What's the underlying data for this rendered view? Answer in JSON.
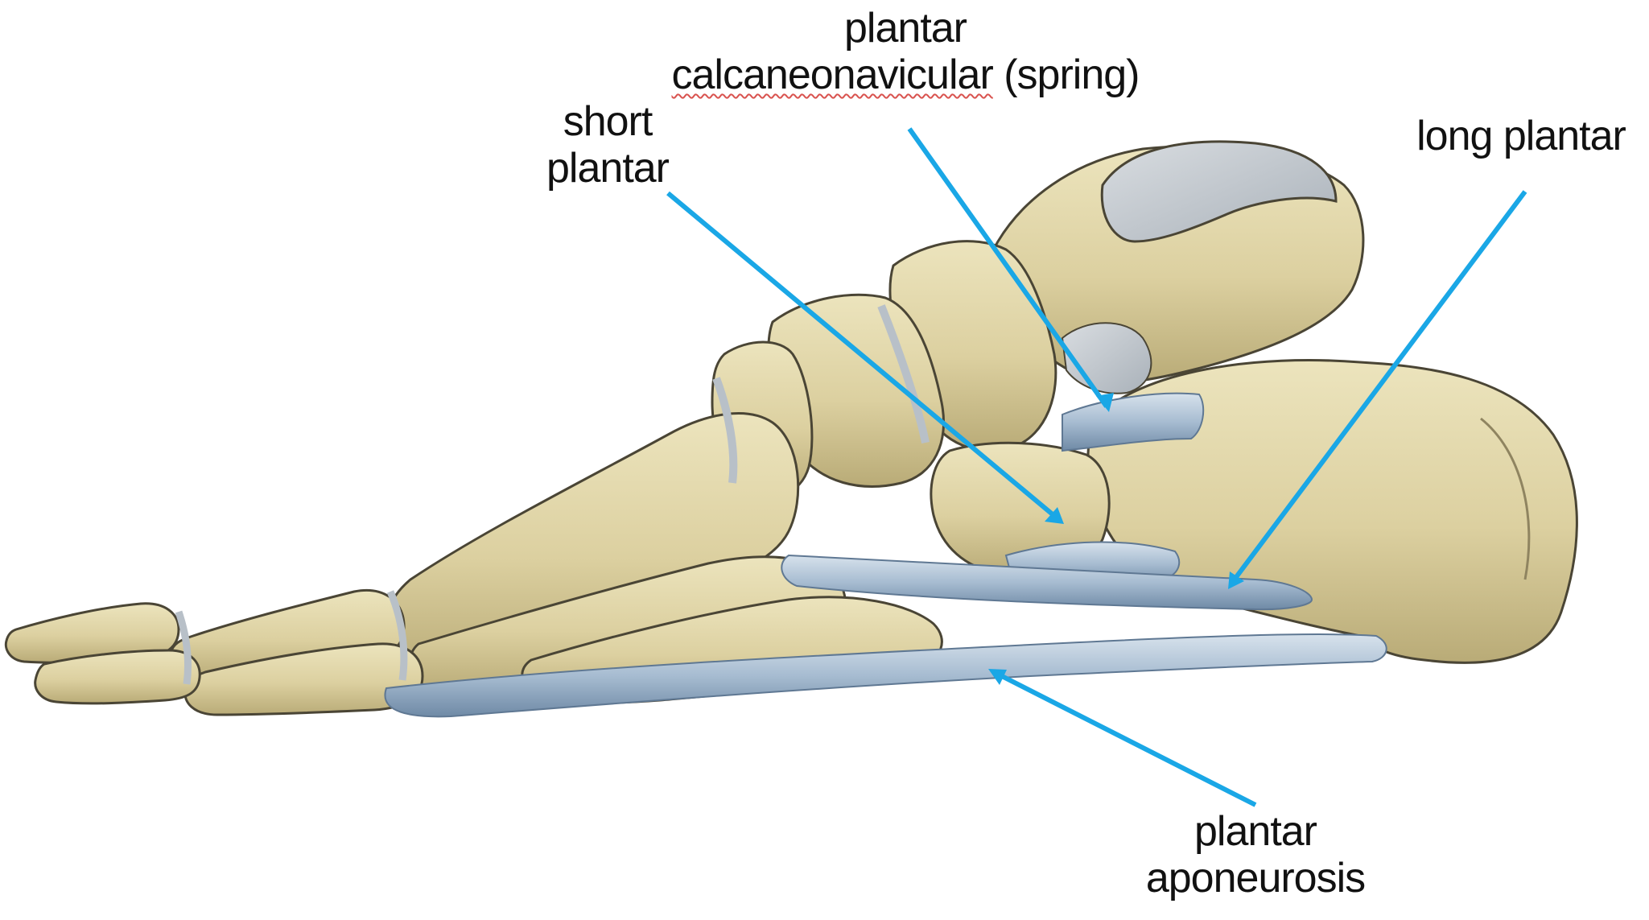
{
  "labels": {
    "spring": {
      "line1": "plantar",
      "line2_word": "calcaneonavicular",
      "line2_rest": " (spring)"
    },
    "short_plantar": {
      "line1": "short",
      "line2": "plantar"
    },
    "long_plantar": {
      "line1": "long plantar"
    },
    "aponeurosis": {
      "line1": "plantar",
      "line2": "aponeurosis"
    }
  },
  "colors": {
    "pointer": "#1aa7e6",
    "bone": "#ddd2a4",
    "bone_shadow": "#b9ab78",
    "bone_outline": "#4a4535",
    "ligament": "#a9bed4",
    "cartilage": "#c9ced3"
  }
}
